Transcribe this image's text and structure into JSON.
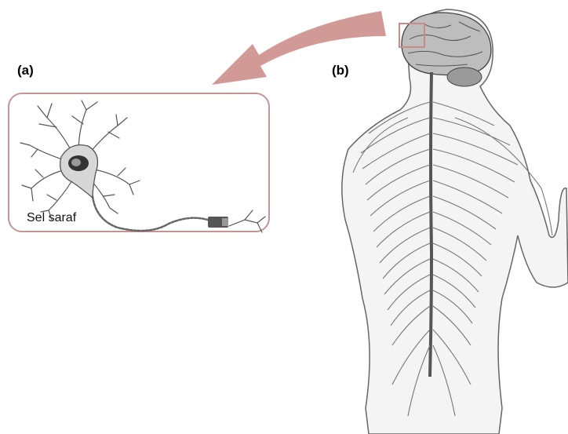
{
  "panels": {
    "a": {
      "label": "(a)",
      "caption": "Sel saraf"
    },
    "b": {
      "label": "(b)"
    }
  },
  "colors": {
    "accent": "#d29a97",
    "box_border": "#c79495",
    "line_art": "#444444"
  },
  "icons": {
    "arrow": "curved-arrow-icon",
    "neuron": "neuron-icon",
    "body": "human-nervous-system-icon",
    "brain_highlight": "brain-highlight-square-icon"
  }
}
